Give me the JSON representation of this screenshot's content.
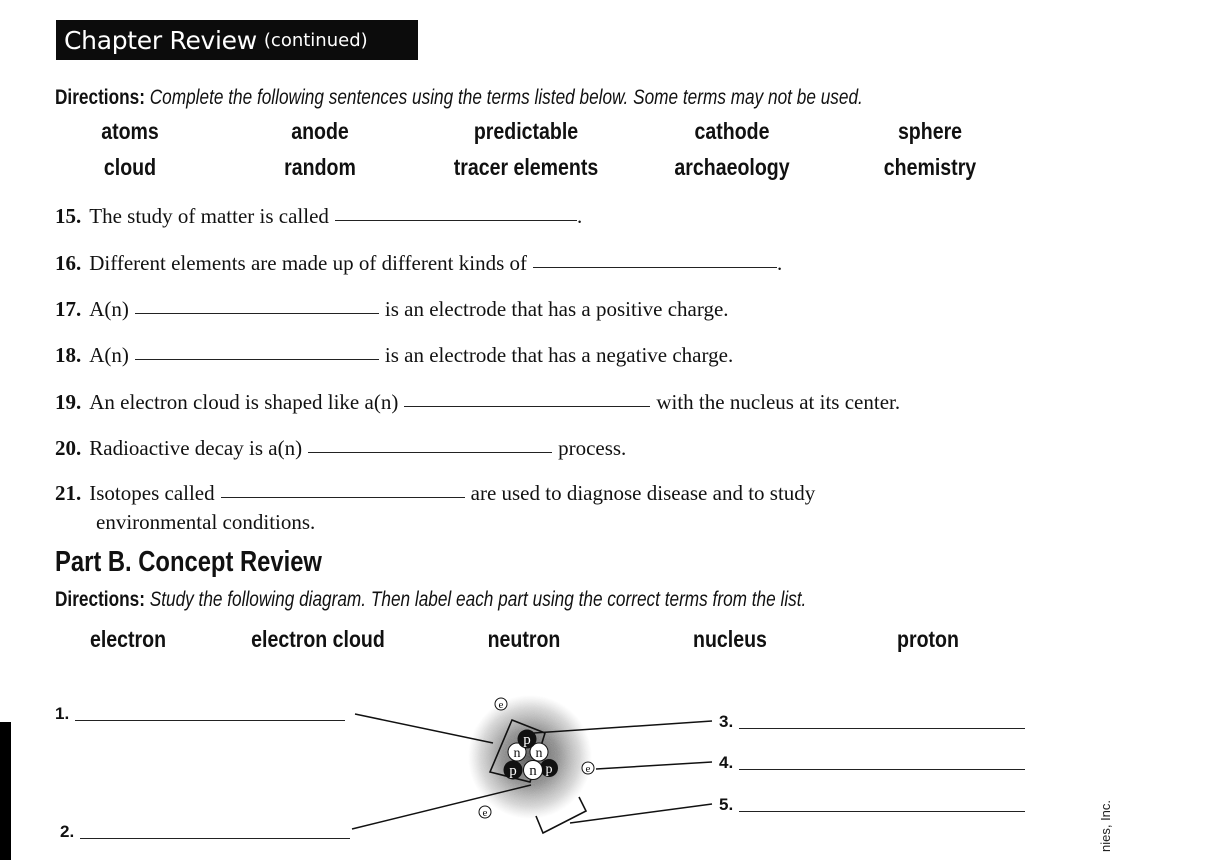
{
  "header": {
    "title": "Chapter Review",
    "subtitle": "(continued)"
  },
  "part_a": {
    "directions_label": "Directions:",
    "directions_text": "Complete the following sentences using the terms listed below. Some terms may not be used.",
    "terms": [
      "atoms",
      "anode",
      "predictable",
      "cathode",
      "sphere",
      "cloud",
      "random",
      "tracer elements",
      "archaeology",
      "chemistry"
    ],
    "questions": [
      {
        "num": "15.",
        "before": "The study of matter is called",
        "after": "."
      },
      {
        "num": "16.",
        "before": "Different elements are made up of different kinds of",
        "after": "."
      },
      {
        "num": "17.",
        "before": "A(n)",
        "after": "is an electrode that has a positive charge."
      },
      {
        "num": "18.",
        "before": "A(n)",
        "after": "is an electrode that has a negative charge."
      },
      {
        "num": "19.",
        "before": "An electron cloud is shaped like a(n)",
        "after": "with the nucleus at its center."
      },
      {
        "num": "20.",
        "before": "Radioactive decay is a(n)",
        "after": "process."
      },
      {
        "num": "21.",
        "before": "Isotopes called",
        "after": "are used to diagnose disease and to study",
        "continuation": "environmental conditions."
      }
    ]
  },
  "part_b": {
    "heading": "Part B. Concept Review",
    "directions_label": "Directions:",
    "directions_text": "Study the following diagram. Then label each part using the correct terms from the list.",
    "terms": [
      "electron",
      "electron cloud",
      "neutron",
      "nucleus",
      "proton"
    ],
    "labels": [
      "1.",
      "2.",
      "3.",
      "4.",
      "5."
    ],
    "diagram": {
      "electron_symbol": "e",
      "proton_symbol": "p",
      "neutron_symbol": "n"
    }
  },
  "footer": {
    "copyright_fragment": "nies, Inc."
  }
}
